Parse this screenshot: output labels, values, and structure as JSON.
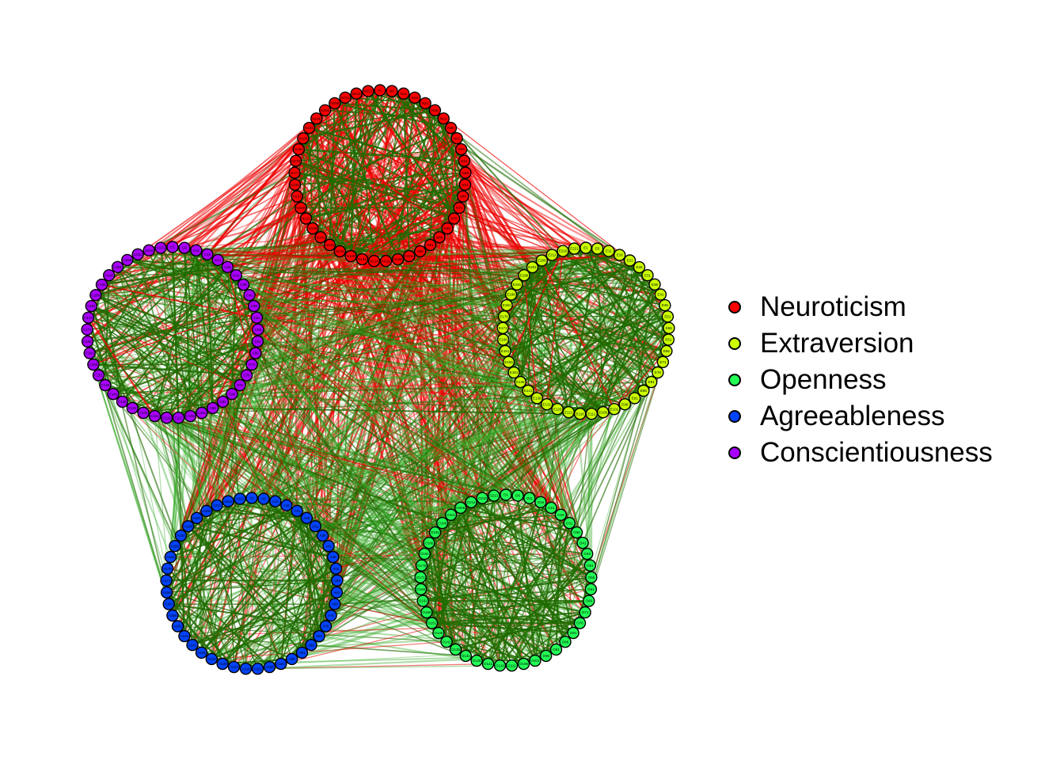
{
  "legend": {
    "items": [
      {
        "label": "Neuroticism",
        "color": "#FF0000",
        "prefix": "N",
        "icon": "red-circle-icon"
      },
      {
        "label": "Extraversion",
        "color": "#CCFF00",
        "prefix": "E",
        "icon": "yellow-circle-icon"
      },
      {
        "label": "Openness",
        "color": "#22FF55",
        "prefix": "O",
        "icon": "green-circle-icon"
      },
      {
        "label": "Agreeableness",
        "color": "#0044FF",
        "prefix": "A",
        "icon": "blue-circle-icon"
      },
      {
        "label": "Conscientiousness",
        "color": "#AA00FF",
        "prefix": "C",
        "icon": "purple-circle-icon"
      }
    ]
  },
  "network": {
    "nodes_per_group": 45,
    "node_numbering_step": 5,
    "edge_colors": {
      "positive": "#1F6B00",
      "positive_light": "#33AA22",
      "negative": "#EE0000"
    }
  }
}
